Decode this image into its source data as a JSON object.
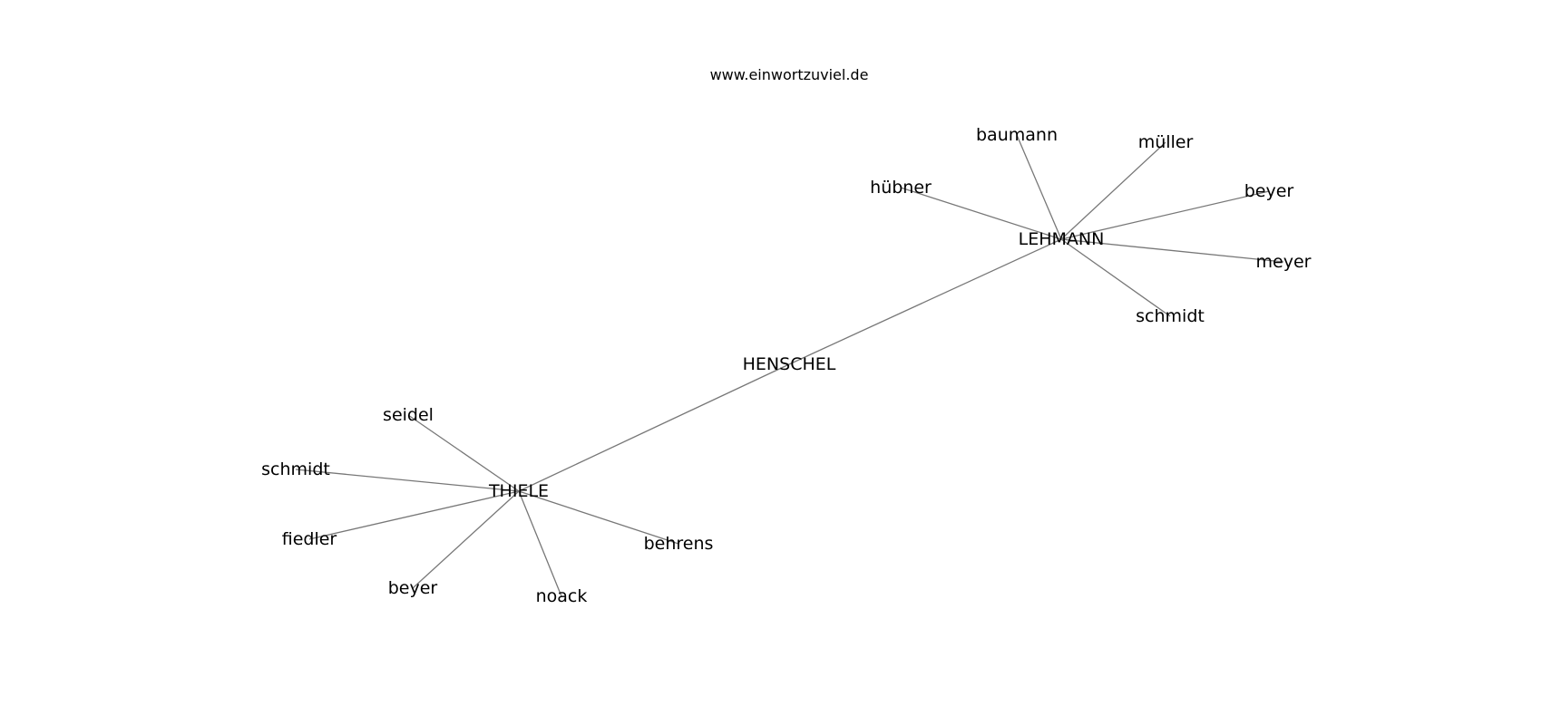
{
  "watermark": "www.einwortzuviel.de",
  "colors": {
    "background": "#ffffff",
    "edge": "#777777",
    "text": "#000000"
  },
  "graph": {
    "nodes": [
      {
        "id": "henschel",
        "label": "HENSCHEL"
      },
      {
        "id": "lehmann",
        "label": "LEHMANN"
      },
      {
        "id": "thiele",
        "label": "THIELE"
      },
      {
        "id": "baumann",
        "label": "baumann"
      },
      {
        "id": "mueller",
        "label": "müller"
      },
      {
        "id": "huebner",
        "label": "hübner"
      },
      {
        "id": "beyer-l",
        "label": "beyer"
      },
      {
        "id": "meyer",
        "label": "meyer"
      },
      {
        "id": "schmidt-l",
        "label": "schmidt"
      },
      {
        "id": "seidel",
        "label": "seidel"
      },
      {
        "id": "schmidt-t",
        "label": "schmidt"
      },
      {
        "id": "fiedler",
        "label": "fiedler"
      },
      {
        "id": "beyer-t",
        "label": "beyer"
      },
      {
        "id": "noack",
        "label": "noack"
      },
      {
        "id": "behrens",
        "label": "behrens"
      }
    ],
    "edges": [
      [
        "henschel",
        "lehmann"
      ],
      [
        "henschel",
        "thiele"
      ],
      [
        "lehmann",
        "baumann"
      ],
      [
        "lehmann",
        "mueller"
      ],
      [
        "lehmann",
        "huebner"
      ],
      [
        "lehmann",
        "beyer-l"
      ],
      [
        "lehmann",
        "meyer"
      ],
      [
        "lehmann",
        "schmidt-l"
      ],
      [
        "thiele",
        "seidel"
      ],
      [
        "thiele",
        "schmidt-t"
      ],
      [
        "thiele",
        "fiedler"
      ],
      [
        "thiele",
        "beyer-t"
      ],
      [
        "thiele",
        "noack"
      ],
      [
        "thiele",
        "behrens"
      ]
    ]
  }
}
